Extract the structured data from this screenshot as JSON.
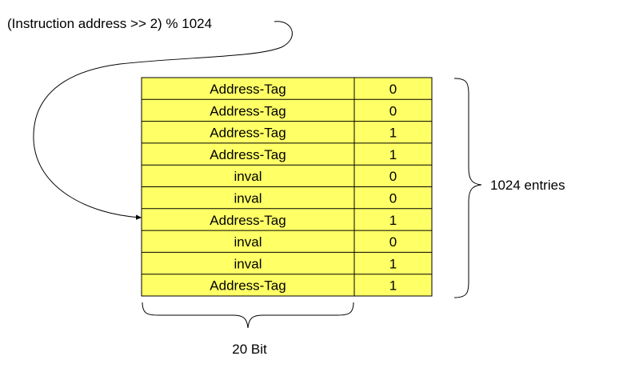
{
  "index_formula": "(Instruction address >> 2) % 1024",
  "entries_label": "1024 entries",
  "tag_width_label": "20 Bit",
  "table": {
    "cell_color": "#ffff66",
    "rows": [
      {
        "tag": "Address-Tag",
        "bit": "0"
      },
      {
        "tag": "Address-Tag",
        "bit": "0"
      },
      {
        "tag": "Address-Tag",
        "bit": "1"
      },
      {
        "tag": "Address-Tag",
        "bit": "1"
      },
      {
        "tag": "inval",
        "bit": "0"
      },
      {
        "tag": "inval",
        "bit": "0"
      },
      {
        "tag": "Address-Tag",
        "bit": "1"
      },
      {
        "tag": "inval",
        "bit": "0"
      },
      {
        "tag": "inval",
        "bit": "1"
      },
      {
        "tag": "Address-Tag",
        "bit": "1"
      }
    ]
  }
}
